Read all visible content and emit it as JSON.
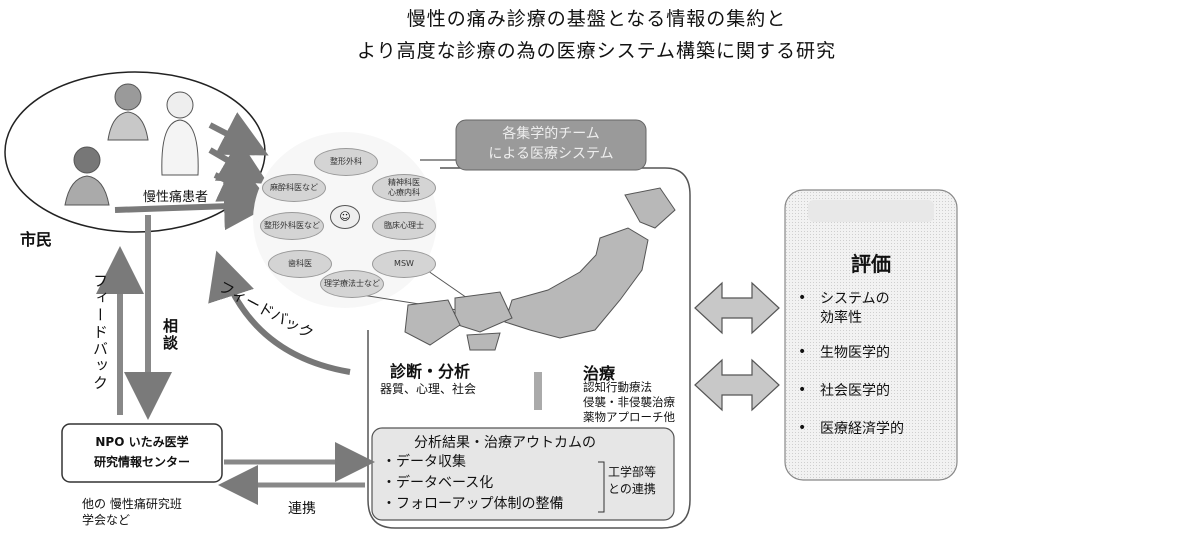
{
  "title": {
    "line1": "慢性の痛み診療の基盤となる情報の集約と",
    "line2": "より高度な診療の為の医療システム構築に関する研究"
  },
  "citizens": {
    "label": "市民",
    "patients_label": "慢性痛患者"
  },
  "team": {
    "title_line1": "各集学的チーム",
    "title_line2": "による医療システム",
    "roles": [
      "整形外科",
      "精神科医\n心療内科",
      "臨床心理士",
      "MSW",
      "理学療法士など",
      "歯科医",
      "整形外科医など",
      "麻酔科医など"
    ]
  },
  "feedback_diag": "フィードバック",
  "feedback_vert": "フィードバック",
  "consult": "相談",
  "diagnosis": {
    "title": "診断・分析",
    "sub": "器質、心理、社会"
  },
  "treatment": {
    "title": "治療",
    "items": [
      "認知行動療法",
      "侵襲・非侵襲治療",
      "薬物アプローチ他"
    ]
  },
  "analysis": {
    "title": "分析結果・治療アウトカムの",
    "items": [
      "・データ収集",
      "・データベース化",
      "・フォローアップ体制の整備"
    ],
    "side_line1": "工学部等",
    "side_line2": "との連携"
  },
  "npo": {
    "line1": "NPO いたみ医学",
    "line2": "研究情報センター"
  },
  "others": {
    "line1": "他の 慢性痛研究班",
    "line2": "学会など"
  },
  "collab": "連携",
  "evaluation": {
    "title": "評価",
    "items": [
      "システムの\n効率性",
      "生物医学的",
      "社会医学的",
      "医療経済学的"
    ]
  },
  "colors": {
    "arrow": "#7a7a7a",
    "bubble": "#d4d4d4",
    "box_fill": "#e6e6e6",
    "accent": "#888888"
  }
}
